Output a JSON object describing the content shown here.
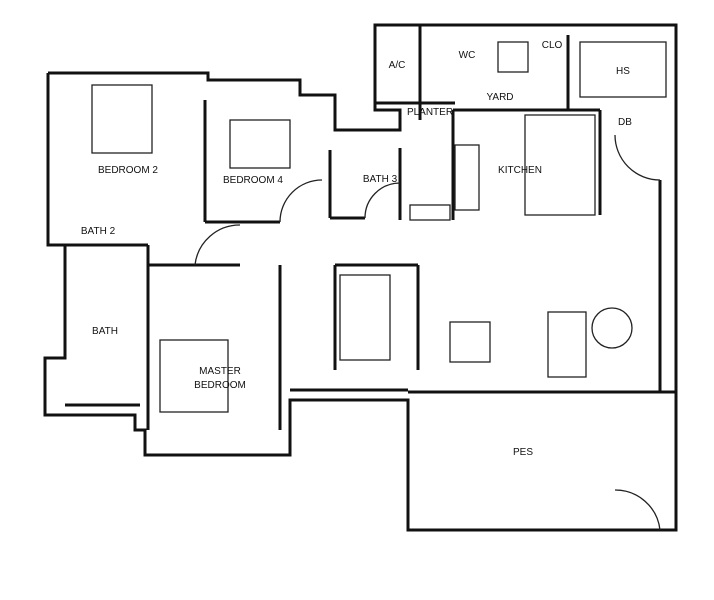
{
  "floor_plan": {
    "rooms": {
      "bedroom_2": "BEDROOM 2",
      "bedroom_4": "BEDROOM 4",
      "bath_3": "BATH 3",
      "bath_2": "BATH 2",
      "bath": "BATH",
      "master_bedroom_1": "MASTER",
      "master_bedroom_2": "BEDROOM",
      "kitchen": "KITCHEN",
      "yard": "YARD",
      "planter": "PLANTER",
      "ac": "A/C",
      "wc": "WC",
      "clo": "CLO",
      "hs": "HS",
      "db": "DB",
      "pes": "PES"
    }
  }
}
